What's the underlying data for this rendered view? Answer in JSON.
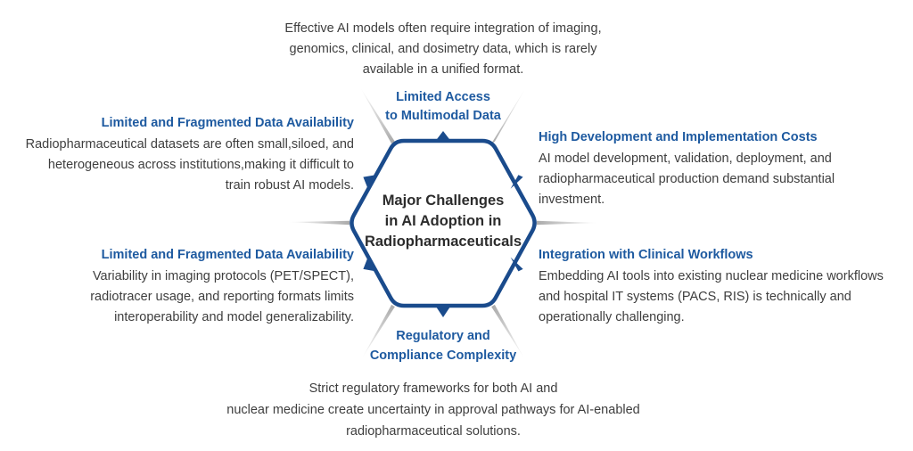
{
  "colors": {
    "accent_blue": "#1e5aa0",
    "hexagon_navy": "#1a4b8c",
    "body_text": "#3e3e3e",
    "ray_gray": "#9c9c9c",
    "background": "#ffffff"
  },
  "icons": {
    "arrows": [
      "arrow-up-icon",
      "arrow-up-left-icon",
      "arrow-up-right-icon",
      "arrow-down-left-icon",
      "arrow-down-right-icon",
      "arrow-down-icon"
    ]
  },
  "center": {
    "lines": [
      "Major Challenges",
      "in AI Adoption in",
      "Radiopharmaceuticals"
    ]
  },
  "notes": {
    "top": {
      "lines": [
        "Effective AI models often require integration of imaging,",
        "genomics, clinical, and dosimetry data, which is rarely",
        "available in a unified format."
      ]
    },
    "bottom": {
      "lines": [
        "Strict regulatory frameworks for both AI and",
        "nuclear medicine create uncertainty in approval pathways for AI-enabled",
        "radiopharmaceutical solutions."
      ]
    }
  },
  "spokes": {
    "top": {
      "label_lines": [
        "Limited Access",
        "to Multimodal Data"
      ]
    },
    "bottom": {
      "label_lines": [
        "Regulatory and",
        "Compliance Complexity"
      ]
    },
    "top_left": {
      "title": "Limited and Fragmented Data Availability",
      "body_lines": [
        "Radiopharmaceutical datasets are often small,siloed, and",
        "heterogeneous across institutions,making it difficult to",
        "train robust AI models."
      ]
    },
    "top_right": {
      "title": "High Development and Implementation Costs",
      "body_lines": [
        "AI model development, validation, deployment, and",
        "radiopharmaceutical production demand substantial",
        "investment."
      ]
    },
    "bottom_left": {
      "title": "Limited and Fragmented Data Availability",
      "body_lines": [
        "Variability in imaging protocols (PET/SPECT),",
        "radiotracer usage, and reporting formats limits",
        "interoperability and model generalizability."
      ]
    },
    "bottom_right": {
      "title": "Integration with Clinical Workflows",
      "body_lines": [
        "Embedding AI tools into existing nuclear  medicine workflows",
        "and hospital IT systems (PACS, RIS) is technically and",
        "operationally challenging."
      ]
    }
  }
}
